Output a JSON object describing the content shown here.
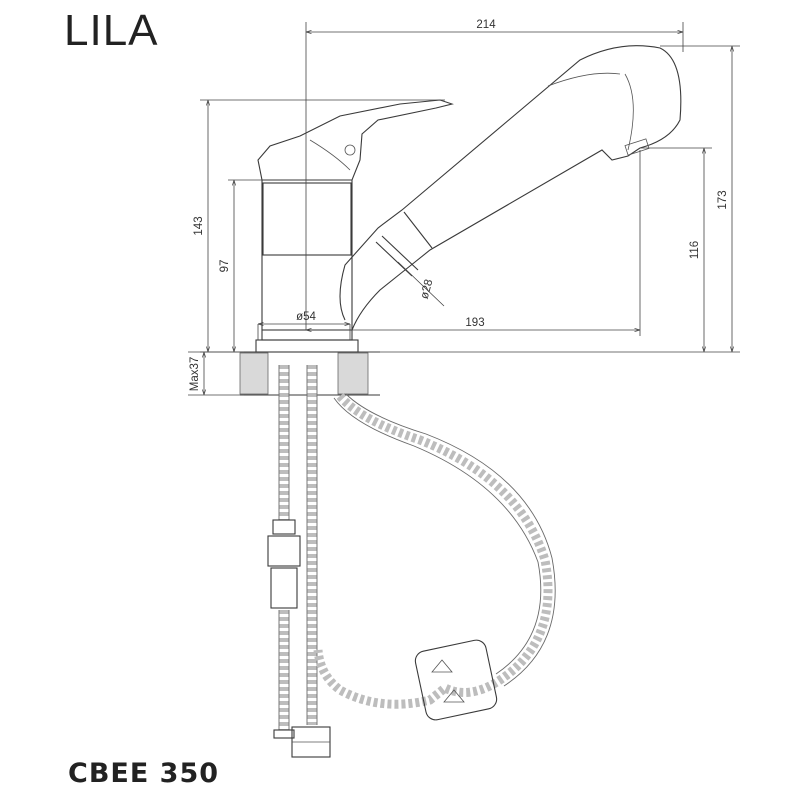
{
  "product": {
    "name": "LILA",
    "code": "CBEE 350"
  },
  "dimensions": {
    "width_total": "214",
    "height_total": "173",
    "height_handle": "143",
    "height_body": "97",
    "height_spout": "116",
    "reach": "193",
    "base_diameter": "ø54",
    "hose_diameter": "ø28",
    "max_thickness": "Max37"
  }
}
